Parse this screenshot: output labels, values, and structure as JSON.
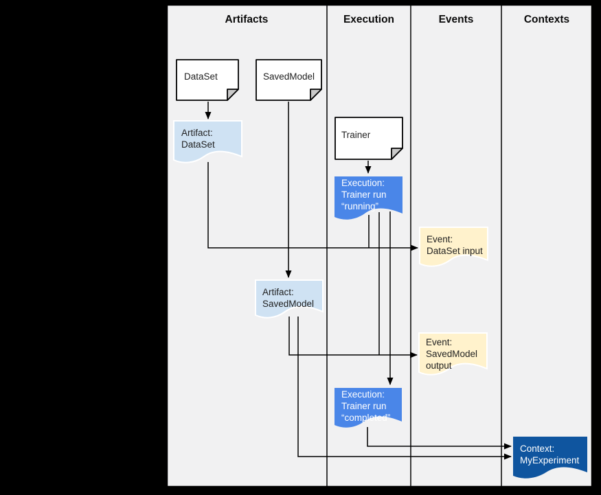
{
  "columns": [
    {
      "label": "Artifacts"
    },
    {
      "label": "Execution"
    },
    {
      "label": "Events"
    },
    {
      "label": "Contexts"
    }
  ],
  "colors": {
    "outside_bg": "#000000",
    "canvas_bg": "#f1f1f2",
    "artifact_fill": "#cfe2f3",
    "execution_fill": "#4a86e8",
    "event_fill": "#fff2cc",
    "context_fill": "#0f559f",
    "document_fill": "#ffffff",
    "line_color": "#000000"
  },
  "nodes": {
    "dataset_doc": {
      "label": "DataSet"
    },
    "savedmodel_doc": {
      "label": "SavedModel"
    },
    "trainer_doc": {
      "label": "Trainer"
    },
    "artifact_dataset": {
      "lines": [
        "Artifact:",
        "DataSet"
      ]
    },
    "execution_running": {
      "lines": [
        "Execution:",
        "Trainer run",
        "“running”"
      ]
    },
    "event_dataset_input": {
      "lines": [
        "Event:",
        "DataSet input"
      ]
    },
    "artifact_savedmodel": {
      "lines": [
        "Artifact:",
        "SavedModel"
      ]
    },
    "event_savedmodel_output": {
      "lines": [
        "Event:",
        "SavedModel",
        "output"
      ]
    },
    "execution_completed": {
      "lines": [
        "Execution:",
        "Trainer run",
        "“completed”"
      ]
    },
    "context_myexperiment": {
      "lines": [
        "Context:",
        "MyExperiment"
      ]
    }
  },
  "edges": [
    {
      "from": "dataset_doc",
      "to": "artifact_dataset"
    },
    {
      "from": "savedmodel_doc",
      "to": "artifact_savedmodel"
    },
    {
      "from": "trainer_doc",
      "to": "execution_running"
    },
    {
      "from": "artifact_dataset",
      "to": "event_dataset_input"
    },
    {
      "from": "execution_running",
      "to": "event_dataset_input"
    },
    {
      "from": "execution_running",
      "to": "event_savedmodel_output"
    },
    {
      "from": "execution_running",
      "to": "execution_completed"
    },
    {
      "from": "artifact_savedmodel",
      "to": "event_savedmodel_output"
    },
    {
      "from": "artifact_savedmodel",
      "to": "context_myexperiment"
    },
    {
      "from": "execution_completed",
      "to": "context_myexperiment"
    }
  ]
}
